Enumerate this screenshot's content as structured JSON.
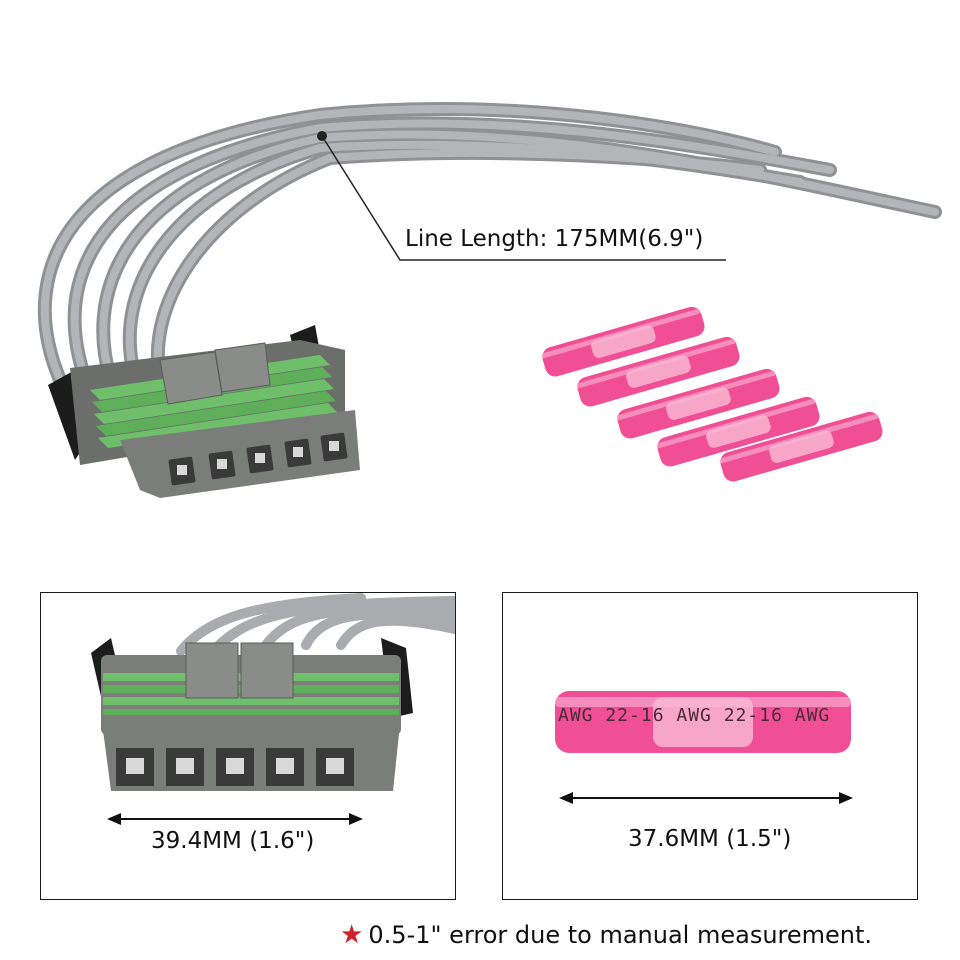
{
  "callout": {
    "line_length": "Line Length: 175MM(6.9\")"
  },
  "connector_detail": {
    "width_label": "39.4MM (1.6\")"
  },
  "splice_detail": {
    "width_label": "37.6MM  (1.5\")",
    "printed_text": "AWG 22-16 AWG 22-16 AWG"
  },
  "footnote": {
    "star": "★",
    "text": "0.5-1\" error due to manual measurement."
  },
  "colors": {
    "wire": "#a9abae",
    "housing": "#7b7d7b",
    "seal": "#6fbf6a",
    "splice": "#f26aa6",
    "star": "#d0202a"
  }
}
